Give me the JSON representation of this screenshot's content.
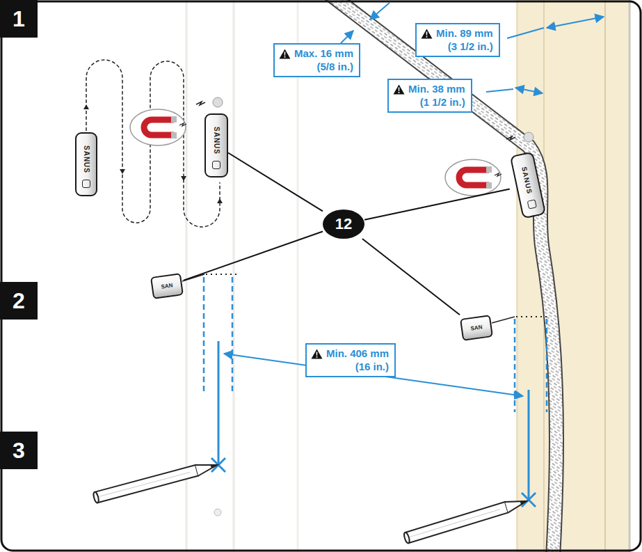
{
  "diagram": {
    "nodes": [
      {
        "text": [
          "1"
        ]
      },
      {
        "text": [
          "SANUS"
        ]
      },
      {
        "text": [
          "SANUS"
        ]
      },
      {
        "text": [
          "Max. 16 mm",
          "(5/8 in.)"
        ]
      },
      {
        "text": [
          "Min. 89 mm",
          "(3 1/2 in.)"
        ]
      },
      {
        "text": [
          "Min. 38 mm",
          "(1 1/2 in.)"
        ]
      },
      {
        "text": [
          "SANUS"
        ]
      },
      {
        "text": [
          "12"
        ]
      },
      {
        "text": [
          "2"
        ]
      },
      {
        "text": [
          "SAN"
        ]
      },
      {
        "text": [
          "SAN"
        ]
      },
      {
        "text": [
          "Min. 406 mm",
          "(16 in.)"
        ]
      },
      {
        "text": [
          "3"
        ]
      }
    ],
    "edges": [
      {
        "from": 7,
        "to": 2,
        "arrow": "none"
      },
      {
        "from": 7,
        "to": 6,
        "arrow": "none"
      },
      {
        "from": 7,
        "to": 9,
        "arrow": "none"
      },
      {
        "from": 7,
        "to": 10,
        "arrow": "none"
      }
    ]
  }
}
